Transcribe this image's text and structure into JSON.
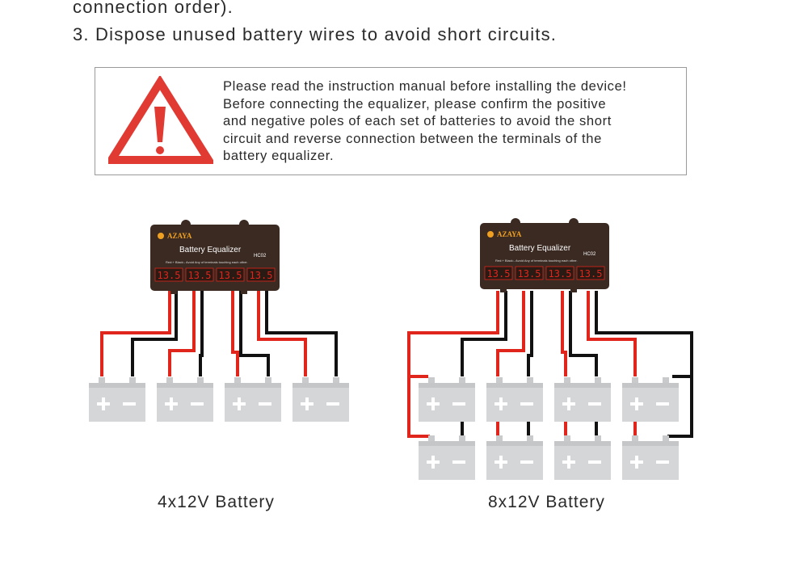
{
  "intro": {
    "line1": "connection order).",
    "line2": "3. Dispose unused battery wires to avoid short circuits."
  },
  "warning": {
    "icon": "warning-triangle-icon",
    "icon_color": "#e03a33",
    "lines": [
      "Please read the instruction manual before installing the device!",
      "Before connecting the equalizer, please confirm the positive",
      "and negative poles of each set of batteries to avoid the short",
      "circuit and reverse connection between the terminals of the",
      "battery equalizer."
    ]
  },
  "device": {
    "brand": "AZAYA",
    "title": "Battery Equalizer",
    "model": "HC02",
    "note": "Red:+ Black:- Avoid Any of terminals touching each other.",
    "readouts": [
      "13.5",
      "13.5",
      "13.5",
      "13.5"
    ],
    "body_color": "#3a2a22",
    "display_color": "#e0261c"
  },
  "wire_colors": {
    "positive": "#e0261c",
    "negative": "#111111"
  },
  "battery_color": "#d4d6d8",
  "battery_symbols": {
    "plus": "+",
    "minus": "−"
  },
  "captions": {
    "left": "4x12V Battery",
    "right": "8x12V Battery"
  }
}
